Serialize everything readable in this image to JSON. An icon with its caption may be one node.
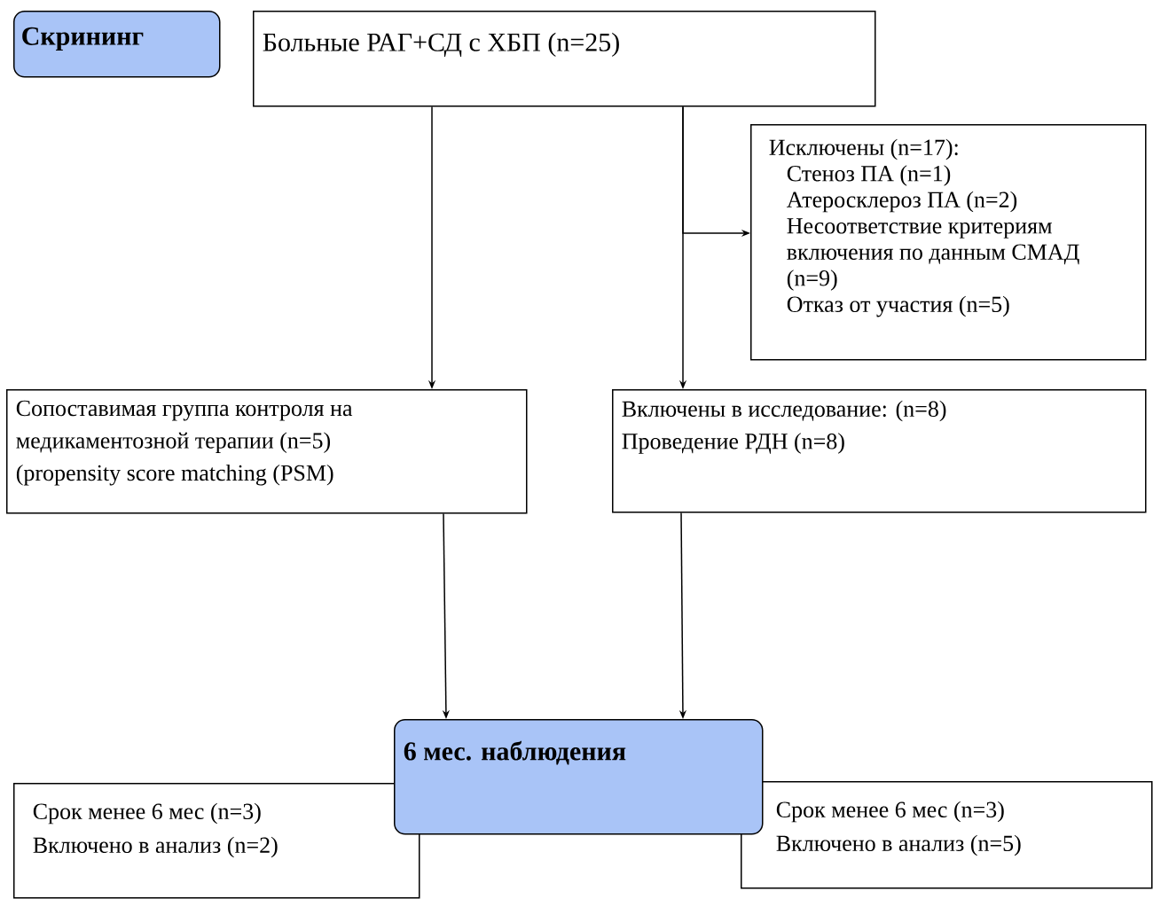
{
  "diagram": {
    "nodes": [
      {
        "text": [
          "Скрининг"
        ]
      },
      {
        "text": [
          "Больные РАГ+СД с ХБП (n=25)"
        ]
      },
      {
        "text": [
          "Исключены (n=17):",
          "Стеноз ПА (n=1)",
          "Атеросклероз ПА (n=2)",
          "Несоответствие критериям включения по данным СМАД (n=9)",
          "Отказ от участия (n=5)"
        ]
      },
      {
        "text": [
          "Сопоставимая группа контроля на медикаментозной терапии (n=5)",
          "(propensity score matching (PSM)"
        ]
      },
      {
        "text": [
          "Включены в исследование: (n=8)",
          "Проведение РДН (n=8)"
        ]
      },
      {
        "text": [
          "6 мес. наблюдения"
        ]
      },
      {
        "text": [
          "Срок менее 6 мес (n=3)",
          "Включено в анализ (n=2)"
        ]
      },
      {
        "text": [
          "Срок менее 6 мес (n=3)",
          "Включено в анализ (n=5)"
        ]
      }
    ],
    "edges": [
      {
        "from": 1,
        "to": 3,
        "arrow": "to"
      },
      {
        "from": 1,
        "to": 2,
        "arrow": "to"
      },
      {
        "from": 1,
        "to": 4,
        "arrow": "to"
      },
      {
        "from": 3,
        "to": 5,
        "arrow": "to"
      },
      {
        "from": 4,
        "to": 5,
        "arrow": "to"
      }
    ]
  }
}
